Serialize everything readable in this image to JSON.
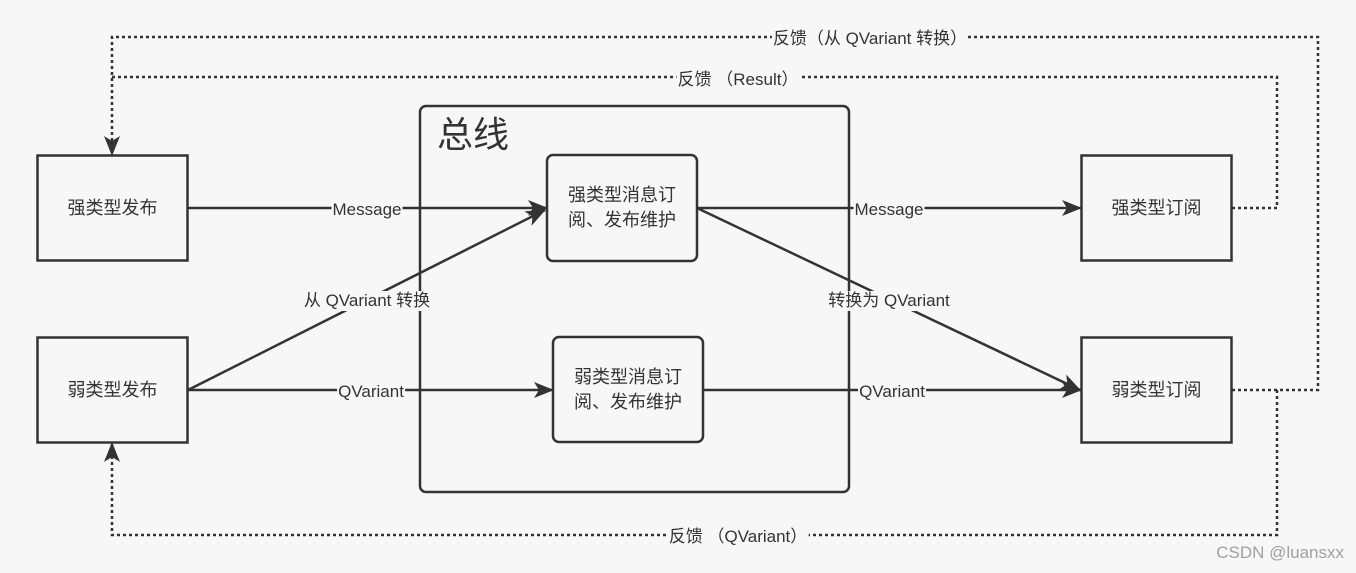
{
  "diagram": {
    "bus": {
      "title": "总线"
    },
    "nodes": {
      "strong_publish": {
        "label": "强类型发布"
      },
      "weak_publish": {
        "label": "弱类型发布"
      },
      "strong_bus": {
        "lines": [
          "强类型消息订",
          "阅、发布维护"
        ]
      },
      "weak_bus": {
        "lines": [
          "弱类型消息订",
          "阅、发布维护"
        ]
      },
      "strong_subscribe": {
        "label": "强类型订阅"
      },
      "weak_subscribe": {
        "label": "弱类型订阅"
      }
    },
    "edges": {
      "strong_publish_to_strong_bus": {
        "label": "Message"
      },
      "weak_publish_to_strong_bus": {
        "label": "从 QVariant 转换"
      },
      "weak_publish_to_weak_bus": {
        "label": "QVariant"
      },
      "strong_bus_to_strong_subscribe": {
        "label": "Message"
      },
      "strong_bus_to_weak_subscribe": {
        "label": "转换为 QVariant"
      },
      "weak_bus_to_weak_subscribe": {
        "label": "QVariant"
      },
      "feedback_convert": {
        "label": "反馈（从 QVariant 转换）"
      },
      "feedback_result": {
        "label": "反馈 （Result）"
      },
      "feedback_qvariant": {
        "label": "反馈 （QVariant）"
      }
    }
  },
  "watermark": "CSDN @luansxx",
  "colors": {
    "background": "#f7f7f7",
    "line": "#333333",
    "watermark": "#a0a0a0"
  }
}
